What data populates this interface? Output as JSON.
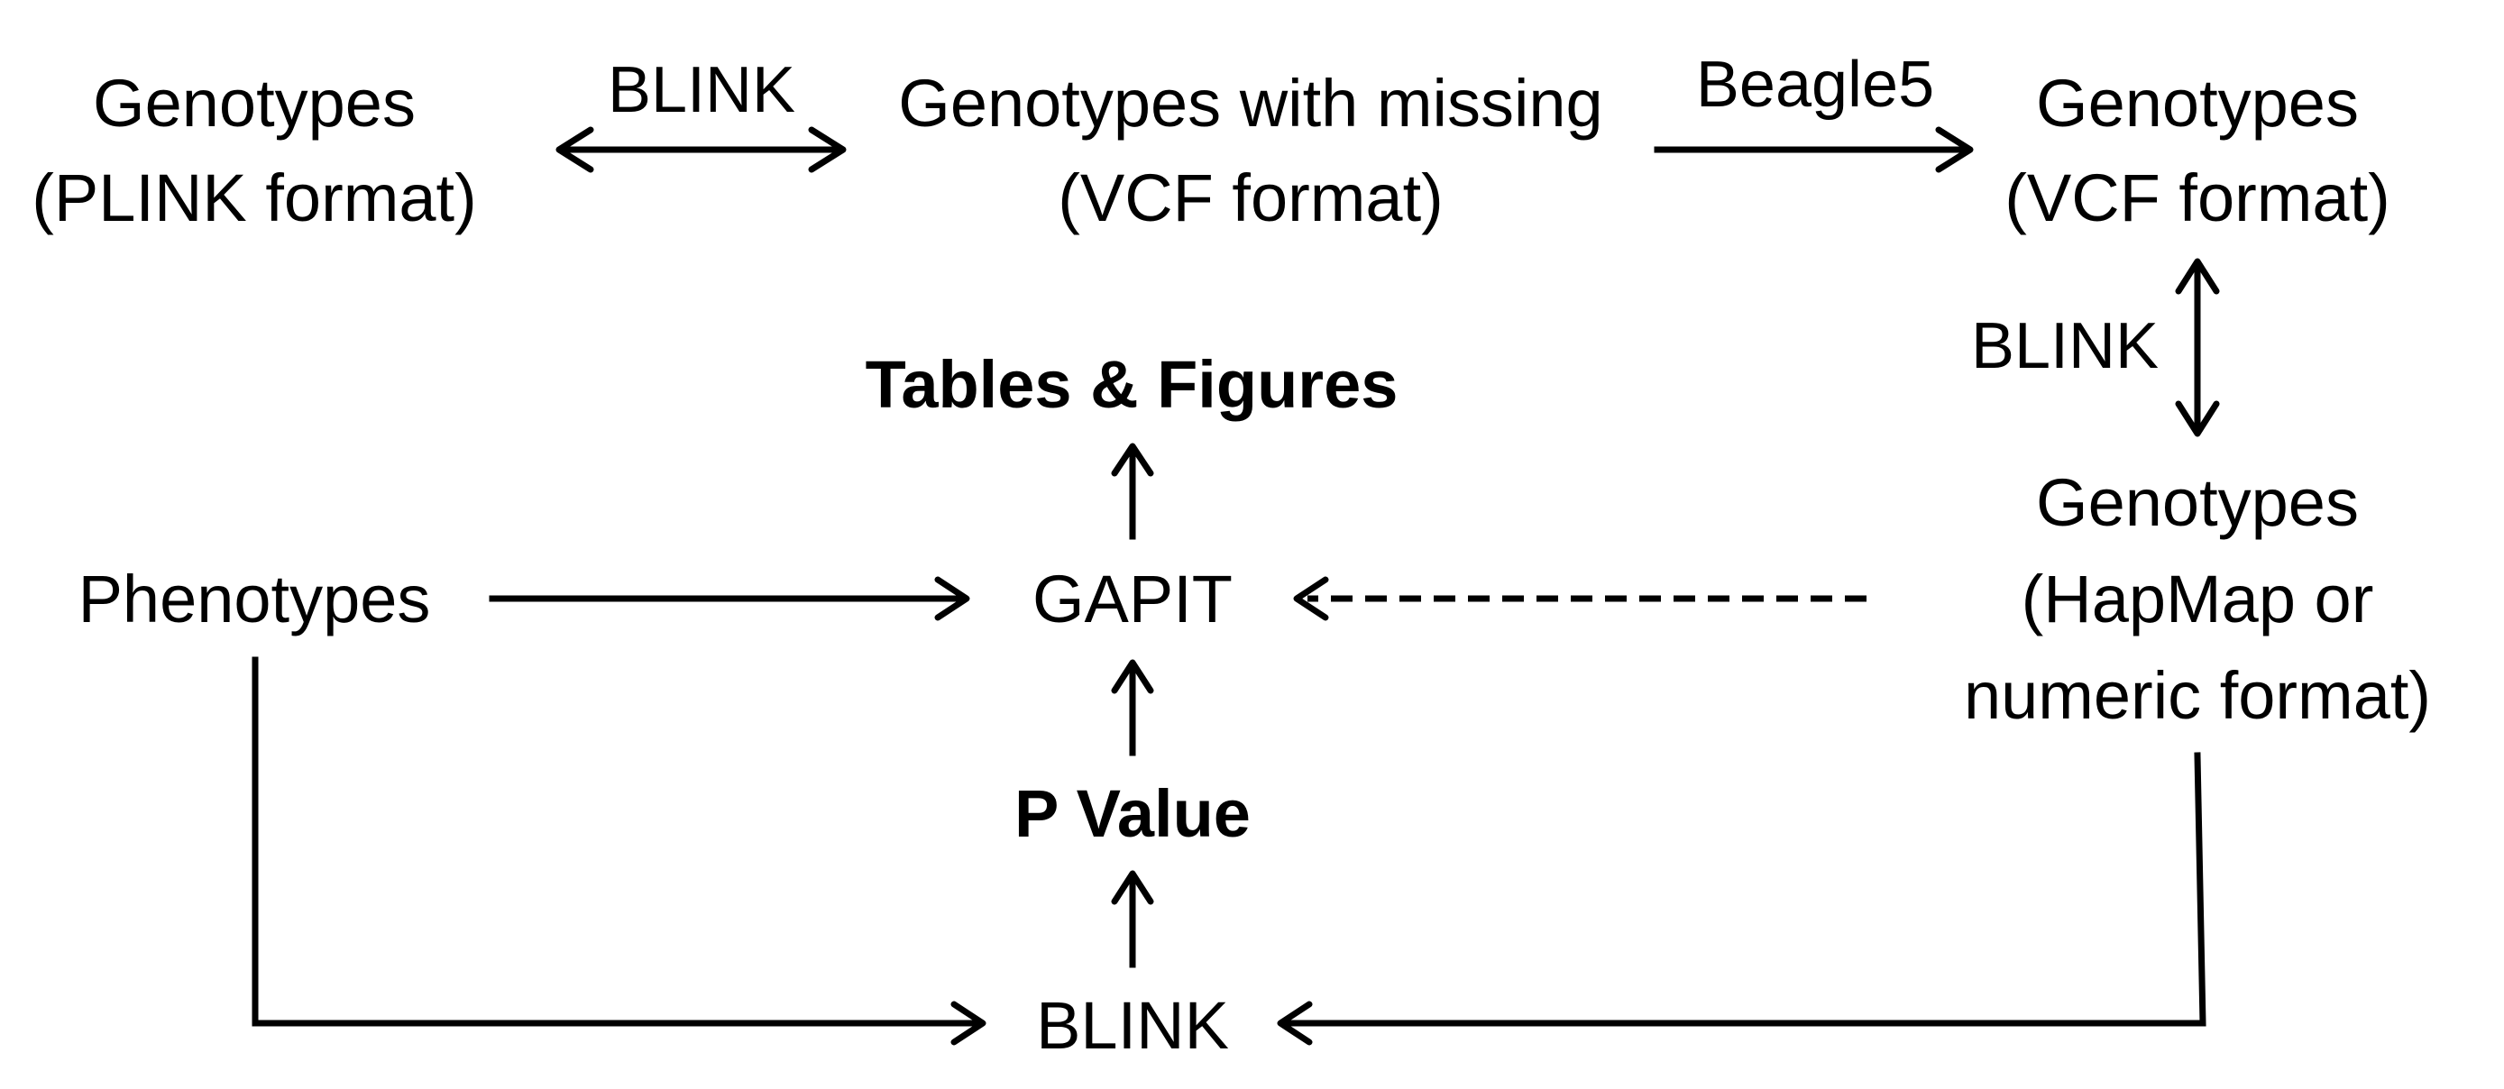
{
  "nodes": {
    "genotypes_plink": {
      "line1": "Genotypes",
      "line2": "(PLINK format)"
    },
    "genotypes_missing_vcf": {
      "line1": "Genotypes with missing",
      "line2": "(VCF format)"
    },
    "genotypes_vcf": {
      "line1": "Genotypes",
      "line2": "(VCF format)"
    },
    "genotypes_hapmap": {
      "line1": "Genotypes",
      "line2": "(HapMap or",
      "line3": "numeric format)"
    },
    "tables_figures": {
      "label": "Tables & Figures"
    },
    "phenotypes": {
      "label": "Phenotypes"
    },
    "gapit": {
      "label": "GAPIT"
    },
    "p_value": {
      "label": "P Value"
    },
    "blink_bottom": {
      "label": "BLINK"
    }
  },
  "edges": {
    "plink_to_vcf_missing": {
      "label": "BLINK"
    },
    "missing_to_vcf": {
      "label": "Beagle5"
    },
    "vcf_to_hapmap": {
      "label": "BLINK"
    }
  }
}
